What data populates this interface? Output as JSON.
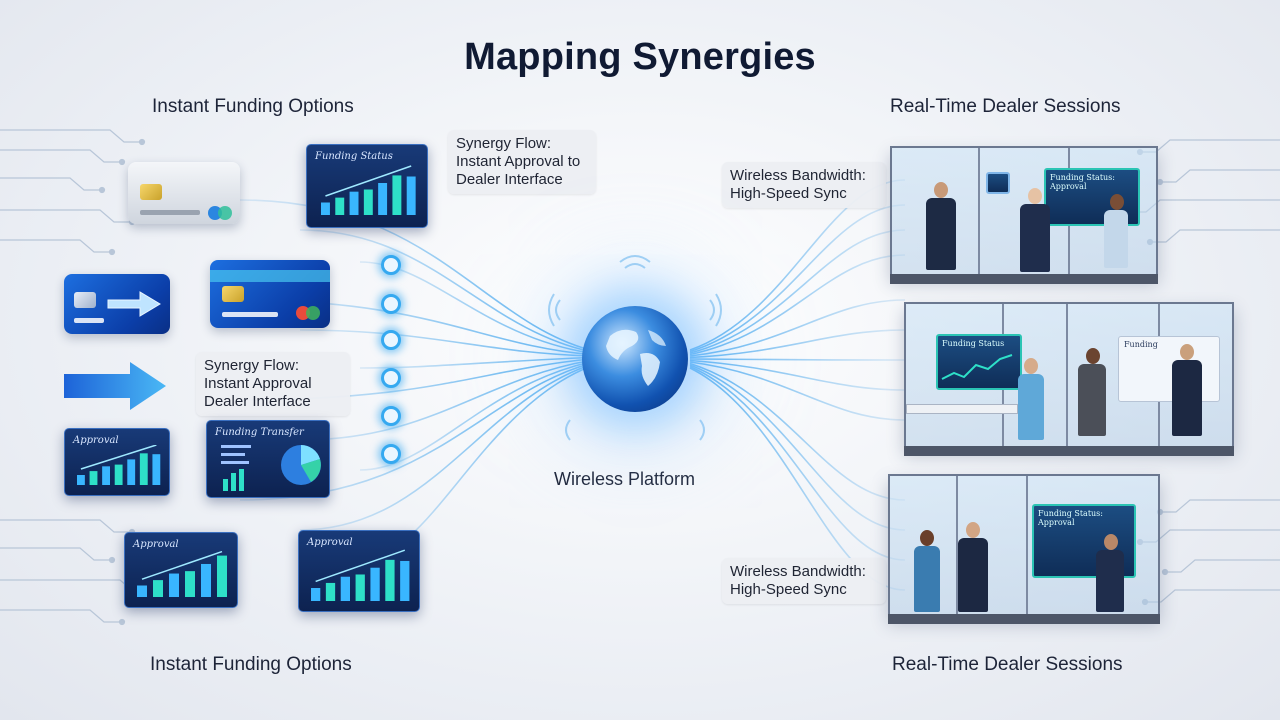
{
  "title": "Mapping Synergies",
  "left_top_label": "Instant Funding Options",
  "left_bottom_label": "Instant Funding Options",
  "right_top_label": "Real-Time Dealer Sessions",
  "right_bottom_label": "Real-Time Dealer Sessions",
  "center_label": "Wireless Platform",
  "callouts": {
    "flow_top": [
      "Synergy Flow:",
      "Instant Approval to",
      "Dealer Interface"
    ],
    "flow_mid": [
      "Synergy Flow:",
      "Instant Approval",
      "Dealer Interface"
    ],
    "bandwidth_top": [
      "Wireless Bandwidth:",
      "High-Speed Sync"
    ],
    "bandwidth_bottom": [
      "Wireless Bandwidth:",
      "High-Speed Sync"
    ]
  },
  "panels": {
    "top_chart": "Funding Status",
    "mid_chart": "Approval",
    "mid_pie": "Funding Transfer",
    "bottom_left": "Approval",
    "bottom_right": "Approval"
  },
  "room_screens": {
    "room1": "Funding Status: Approval",
    "room2": "Funding Status",
    "room2_wall": "Funding",
    "room3": "Funding Status: Approval"
  },
  "colors": {
    "accent": "#35a9f0",
    "teal": "#2bd6c0",
    "card_blue": "#1d6fe0",
    "title": "#101a33"
  }
}
